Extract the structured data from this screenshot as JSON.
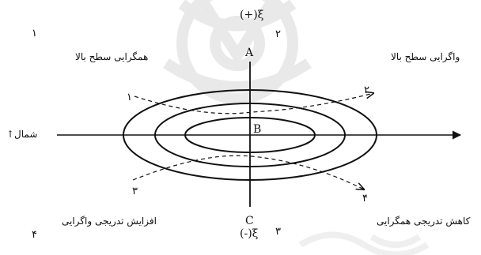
{
  "quadrants": {
    "q1": {
      "number": "۱",
      "caption": "همگرایی سطح بالا"
    },
    "q2": {
      "number": "۲",
      "caption": "واگرایی سطح بالا"
    },
    "q3": {
      "number": "۳",
      "caption": "کاهش تدریجی همگرایی"
    },
    "q4": {
      "number": "۴",
      "caption": "افزایش تدریجی واگرایی"
    }
  },
  "axis": {
    "top_letter": "A",
    "center_letter": "B",
    "bottom_letter": "C",
    "top_sign": "(+)ξ",
    "bottom_sign": "(-)ξ",
    "left_label": "شمال↑"
  },
  "curves": {
    "c1": "۱",
    "c2": "۲",
    "c3": "۳",
    "c4": "۴"
  },
  "colors": {
    "ink": "#111111",
    "watermark": "#e6e6e6"
  }
}
